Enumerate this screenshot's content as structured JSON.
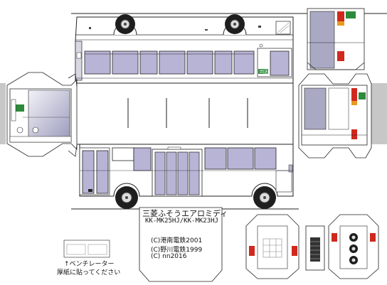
{
  "model": {
    "name": "三菱ふそうエアロミディ",
    "codes": "KK-MK25HJ/KK-MK23HJ"
  },
  "credits": [
    "(C)港南電鉄2001",
    "(C)野川電鉄1999",
    "(C) nn2016"
  ],
  "ventilator": {
    "label": "↑ベンチレーター",
    "note": "厚紙に貼ってください"
  },
  "destination_sign": "回送",
  "colors": {
    "outline": "#222222",
    "window_tint": "#b8b4d6",
    "body_shade": "#a9a9c4",
    "glass_gradient_light": "#e7e7f2",
    "tire": "#1e1e1e",
    "gray_tab": "#c7c7c7",
    "lamp_red": "#d0281e",
    "lamp_orange": "#e89a20",
    "sign_green": "#2c8a3a"
  }
}
